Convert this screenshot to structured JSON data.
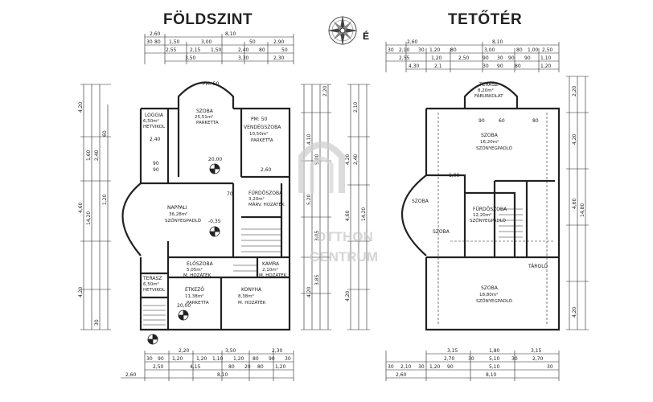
{
  "titles": {
    "left": "FÖLDSZINT",
    "right": "TETŐTÉR"
  },
  "compass": {
    "label": "É"
  },
  "watermark": {
    "line1": "OTTHON",
    "line2": "CENTRUM"
  },
  "ground_floor": {
    "rooms": [
      {
        "name": "SZOBA",
        "area": "25,51m²",
        "floor": "PARKETTA"
      },
      {
        "name": "VENDÉGSZOBA",
        "area": "10,50m²",
        "floor": "PARKETTA"
      },
      {
        "name": "LOGGIA",
        "area": "6,50m²",
        "floor": "HETVIKOL"
      },
      {
        "name": "NAPPALI",
        "area": "36,28m²",
        "floor": "SZŐNYEGPADLÓ"
      },
      {
        "name": "FÜRDŐSZOBA",
        "area": "3,20m²",
        "floor": "MÁRV. HOZÁTÉK"
      },
      {
        "name": "ELŐSZOBA",
        "area": "5,05m²",
        "floor": "M. HOZÁTÉK"
      },
      {
        "name": "KAMRA",
        "area": "2,10m²",
        "floor": "M. HOZÁTÉK"
      },
      {
        "name": "TERASZ",
        "area": "6,50m²",
        "floor": "HETVIKOL"
      },
      {
        "name": "ÉTKEZŐ",
        "area": "11,38m²",
        "floor": "PARKETTA"
      },
      {
        "name": "KONYHA",
        "area": "8,38m²",
        "floor": "M. HOZÁTÉK"
      }
    ],
    "levels": [
      "20,00",
      "-0,35",
      "20,00"
    ],
    "top_dims": {
      "row1": [
        "2,60",
        "8,10"
      ],
      "row2": [
        "30",
        "80",
        "1,50",
        "3,00",
        "50",
        "2,90"
      ],
      "row3": [
        "2,55",
        "2,15",
        "1,50",
        "2,40",
        "80",
        "50"
      ],
      "row4": [
        "3,50",
        "3,30",
        "2,30"
      ]
    },
    "bottom_dims": {
      "row1": [
        "2,20",
        "3,50",
        "2,30"
      ],
      "row2": [
        "30",
        "90",
        "1,20",
        "1,20",
        "1,10",
        "1,20",
        "80",
        "90",
        "30"
      ],
      "row3": [
        "2,50",
        "4,15",
        "80",
        "20",
        "80",
        "1,20"
      ],
      "row4": [
        "2,60",
        "8,10"
      ]
    },
    "left_dims": [
      "4,20",
      "1,60",
      "4,60",
      "14,20",
      "4,20",
      "30",
      "2,40",
      "60",
      "1,20"
    ],
    "right_dims": [
      "5,80",
      "4,10",
      "5,20",
      "3,05",
      "3,85",
      "4,20",
      "2,20"
    ],
    "room_marks": [
      "PM: 50",
      "PM: 50",
      "90",
      "2,40",
      "90",
      "2,60",
      "70"
    ]
  },
  "attic": {
    "rooms": [
      {
        "name": "TERASZ",
        "area": "8,20m²",
        "floor": "FÁBURKOLAT"
      },
      {
        "name": "SZOBA",
        "area": "16,20m²",
        "floor": "SZŐNYEGPADLÓ"
      },
      {
        "name": "SZOBA",
        "area": "",
        "floor": ""
      },
      {
        "name": "SZOBA",
        "area": "",
        "floor": ""
      },
      {
        "name": "FÜRDŐSZOBA",
        "area": "12,20m²",
        "floor": "SZŐNYEGPADLÓ"
      },
      {
        "name": "TÁROLÓ",
        "area": "",
        "floor": ""
      },
      {
        "name": "SZOBA",
        "area": "18,80m²",
        "floor": "SZŐNYEGPADLÓ"
      }
    ],
    "top_dims": {
      "row1": [
        "2,60",
        "8,10"
      ],
      "row2": [
        "30",
        "2,10",
        "30",
        "1,20",
        "80",
        "3,00",
        "80",
        "1,00",
        "2,50"
      ],
      "row3": [
        "2,55",
        "1,20",
        "2,50",
        "90",
        "30",
        "90",
        "90",
        "1,10"
      ],
      "row4": [
        "4,30",
        "2,1",
        "30",
        "90",
        "80",
        "1,20"
      ]
    },
    "bottom_dims": {
      "row1": [
        "3,15",
        "1,80",
        "3,15"
      ],
      "row2": [
        "2,70",
        "30",
        "5,10",
        "30",
        "2,70"
      ],
      "row3": [
        "30",
        "2,10",
        "30",
        "1,20",
        "90",
        "5,10",
        "30"
      ],
      "row4": [
        "2,60",
        "8,10"
      ]
    },
    "left_dims": [
      "2,10",
      "2,40",
      "4,20",
      "4,60",
      "14,20",
      "4,20"
    ],
    "right_dims": [
      "4,20",
      "4,60",
      "14,80",
      "4,20",
      "2,20"
    ],
    "room_marks": [
      "90",
      "60",
      "80",
      "1,00"
    ]
  }
}
